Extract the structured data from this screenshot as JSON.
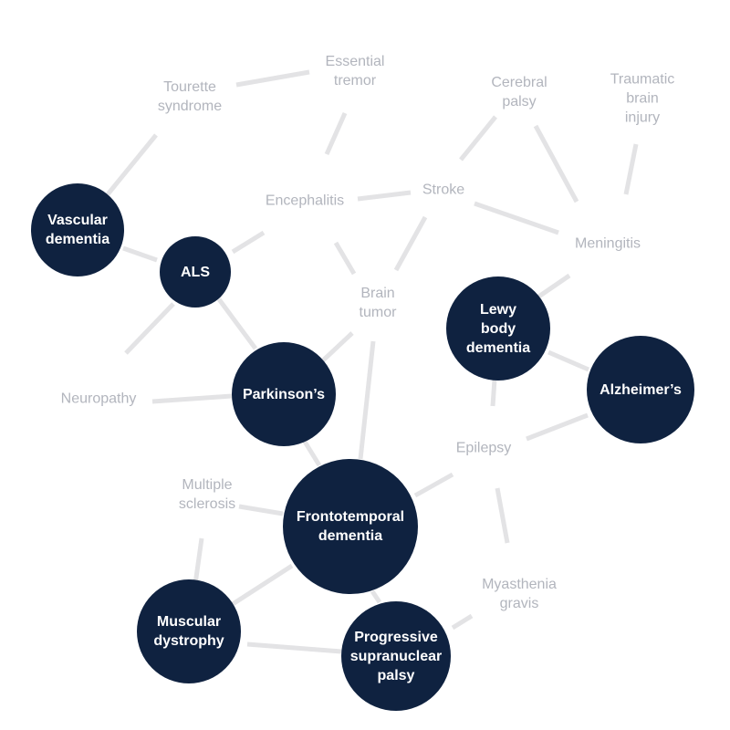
{
  "colors": {
    "filled_node": "#0f2240",
    "filled_text": "#ffffff",
    "plain_text": "#b2b5bd",
    "edge": "#e3e3e5"
  },
  "nodes": {
    "vascular": "Vascular\ndementia",
    "als": "ALS",
    "parkinsons": "Parkinson’s",
    "lewy": "Lewy\nbody\ndementia",
    "alzheimers": "Alzheimer’s",
    "frontotemporal": "Frontotemporal\ndementia",
    "muscular": "Muscular\ndystrophy",
    "psp": "Progressive\nsupranuclear\npalsy",
    "tourette": "Tourette\nsyndrome",
    "essential_tremor": "Essential\ntremor",
    "cerebral_palsy": "Cerebral\npalsy",
    "tbi": "Traumatic\nbrain\ninjury",
    "encephalitis": "Encephalitis",
    "stroke": "Stroke",
    "meningitis": "Meningitis",
    "brain_tumor": "Brain\ntumor",
    "neuropathy": "Neuropathy",
    "epilepsy": "Epilepsy",
    "ms": "Multiple\nsclerosis",
    "myasthenia": "Myasthenia\ngravis"
  }
}
